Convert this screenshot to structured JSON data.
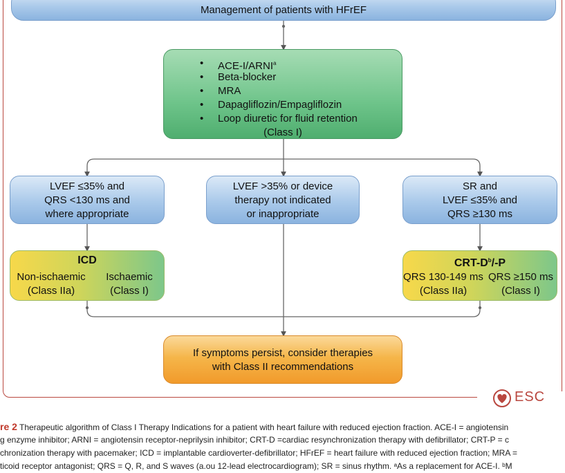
{
  "header": {
    "title": "Management of patients with HFrEF"
  },
  "drug_therapy": {
    "items": [
      {
        "text": "ACE-I/ARNI",
        "sup": "a"
      },
      {
        "text": "Beta-blocker",
        "sup": ""
      },
      {
        "text": "MRA",
        "sup": ""
      },
      {
        "text": "Dapagliflozin/Empagliflozin",
        "sup": ""
      },
      {
        "text": "Loop diuretic for fluid retention",
        "sup": ""
      }
    ],
    "class_label": "(Class I)"
  },
  "branches": {
    "left": [
      "LVEF ≤35% and",
      "QRS <130 ms and",
      "where appropriate"
    ],
    "middle": [
      "LVEF >35% or device",
      "therapy not indicated",
      "or inappropriate"
    ],
    "right": [
      "SR and",
      "LVEF ≤35% and",
      "QRS ≥130 ms"
    ]
  },
  "icd": {
    "title": "ICD",
    "left_col": [
      "Non-ischaemic",
      "(Class IIa)"
    ],
    "right_col": [
      "Ischaemic",
      "(Class I)"
    ]
  },
  "crt": {
    "title_main": "CRT-D",
    "title_sup": "b",
    "title_tail": "/-P",
    "left_col": [
      "QRS 130-149 ms",
      "(Class IIa)"
    ],
    "right_col": [
      "QRS ≥150 ms",
      "(Class I)"
    ]
  },
  "final": {
    "lines": [
      "If symptoms persist, consider therapies",
      "with Class II recommendations"
    ]
  },
  "logo": {
    "text": "ESC"
  },
  "caption": {
    "fig_label": "re 2",
    "line1": "Therapeutic algorithm of Class I Therapy Indications for a patient with heart failure with reduced ejection fraction. ACE-I = angiotensin",
    "line2": "g enzyme inhibitor; ARNI = angiotensin receptor-neprilysin inhibitor; CRT-D =cardiac resynchronization therapy with defibrillator; CRT-P = c",
    "line3": "chronization therapy with pacemaker; ICD = implantable cardioverter-defibrillator; HFrEF = heart failure with reduced ejection fraction; MRA =",
    "line4": "ticoid receptor antagonist; QRS = Q, R, and S waves (a.ou 12-lead electrocardiogram); SR = sinus rhythm. ᵃAs a replacement for ACE-I. ᵇM"
  },
  "colors": {
    "frame": "#b9473f",
    "caption_label": "#c0392b"
  }
}
